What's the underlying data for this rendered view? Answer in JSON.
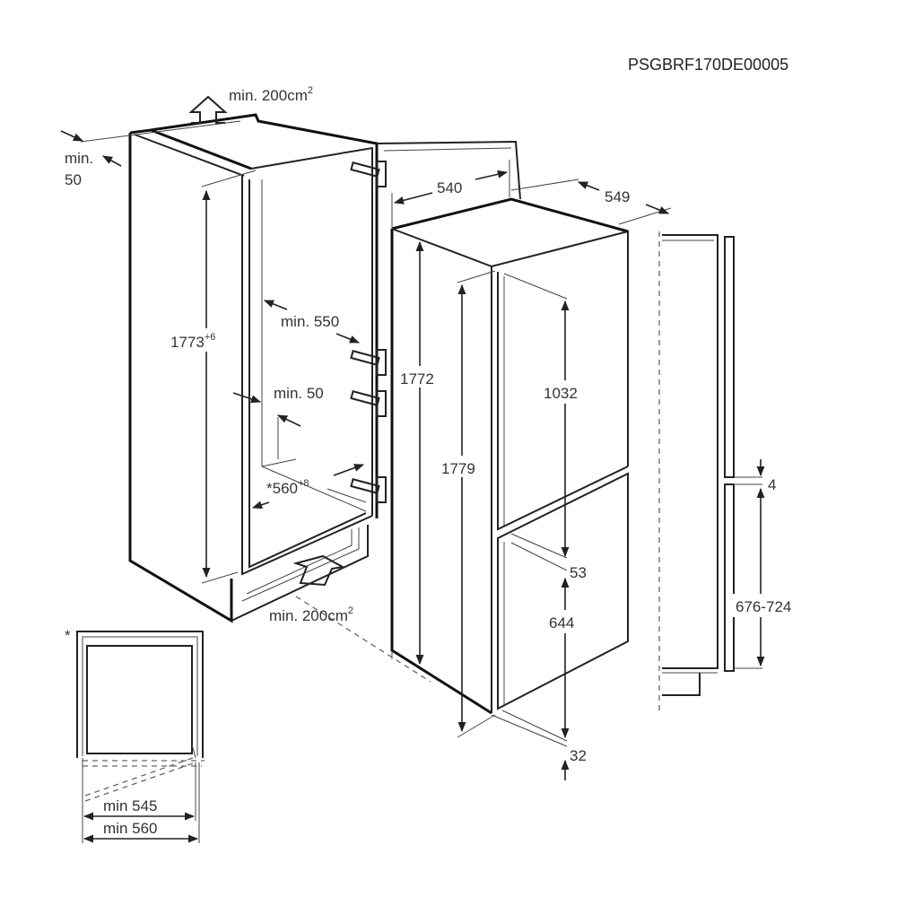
{
  "document_code": "PSGBRF170DE00005",
  "niche": {
    "vent_top": {
      "value": "min. 200cm",
      "exp": "2"
    },
    "rear_gap": {
      "line1": "min.",
      "line2": "50"
    },
    "height": {
      "value": "1773",
      "tolerance": "+6"
    },
    "depth": "min. 550",
    "side_gap": "min. 50",
    "width": {
      "value": "*560",
      "tolerance": "+8"
    },
    "vent_bottom": {
      "value": "min. 200cm",
      "exp": "2"
    }
  },
  "appliance": {
    "width": "540",
    "depth": "549",
    "body_height": "1772",
    "total_height": "1779",
    "upper_door": "1032",
    "door_gap": "53",
    "lower_door": "644",
    "bottom_offset": "32"
  },
  "side_view": {
    "gap": "4",
    "door_range": "676-724"
  },
  "plan_view": {
    "asterisk": "*",
    "min_depth_inner": "min 545",
    "min_depth_outer": "min 560"
  }
}
